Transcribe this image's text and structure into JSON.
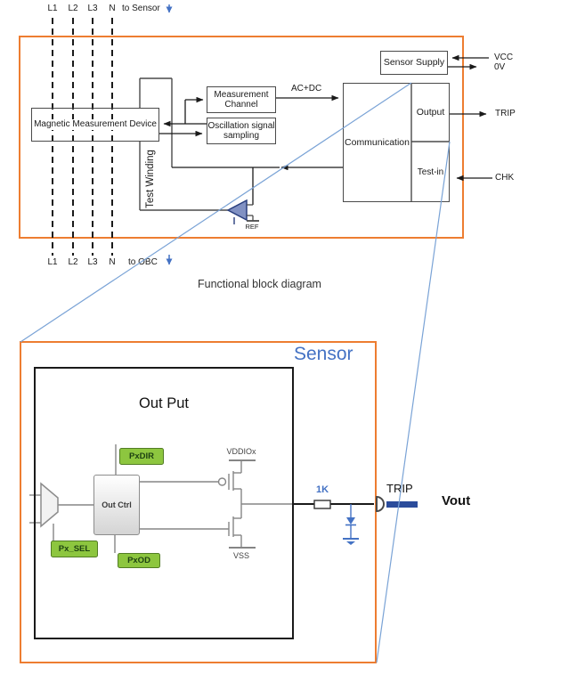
{
  "top_diagram": {
    "phases_top": [
      "L1",
      "L2",
      "L3",
      "N"
    ],
    "to_sensor": "to Sensor",
    "phases_bottom": [
      "L1",
      "L2",
      "L3",
      "N"
    ],
    "to_obc": "to OBC",
    "caption": "Functional block diagram",
    "blocks": {
      "mmd": "Magnetic Measurement Device",
      "test_winding": "Test Winding",
      "measurement_channel": "Measurement Channel",
      "oscillation": "Oscillation signal sampling",
      "sensor_supply": "Sensor Supply",
      "communication": "Communication",
      "output": "Output",
      "test_in": "Test-in"
    },
    "signals": {
      "ac_dc": "AC+DC",
      "vcc": "VCC",
      "zero_v": "0V",
      "trip": "TRIP",
      "chk": "CHK",
      "ref": "REF"
    }
  },
  "detail_diagram": {
    "title": "Sensor",
    "block_title": "Out Put",
    "out_ctrl": "Out Ctrl",
    "pins": {
      "pxdir": "PxDIR",
      "px_sel": "Px_SEL",
      "pxod": "PxOD"
    },
    "rails": {
      "vddiox": "VDDIOx",
      "vss": "VSS"
    },
    "resistor": "1K",
    "trip": "TRIP",
    "vout": "Vout"
  },
  "colors": {
    "border_orange": "#ED7D31",
    "accent_blue": "#4472C4",
    "callout_blue": "#7AA3D6",
    "pin_green": "#8DC63F",
    "trip_bar_blue": "#2B4C9B",
    "amp_fill": "#8191C3"
  }
}
